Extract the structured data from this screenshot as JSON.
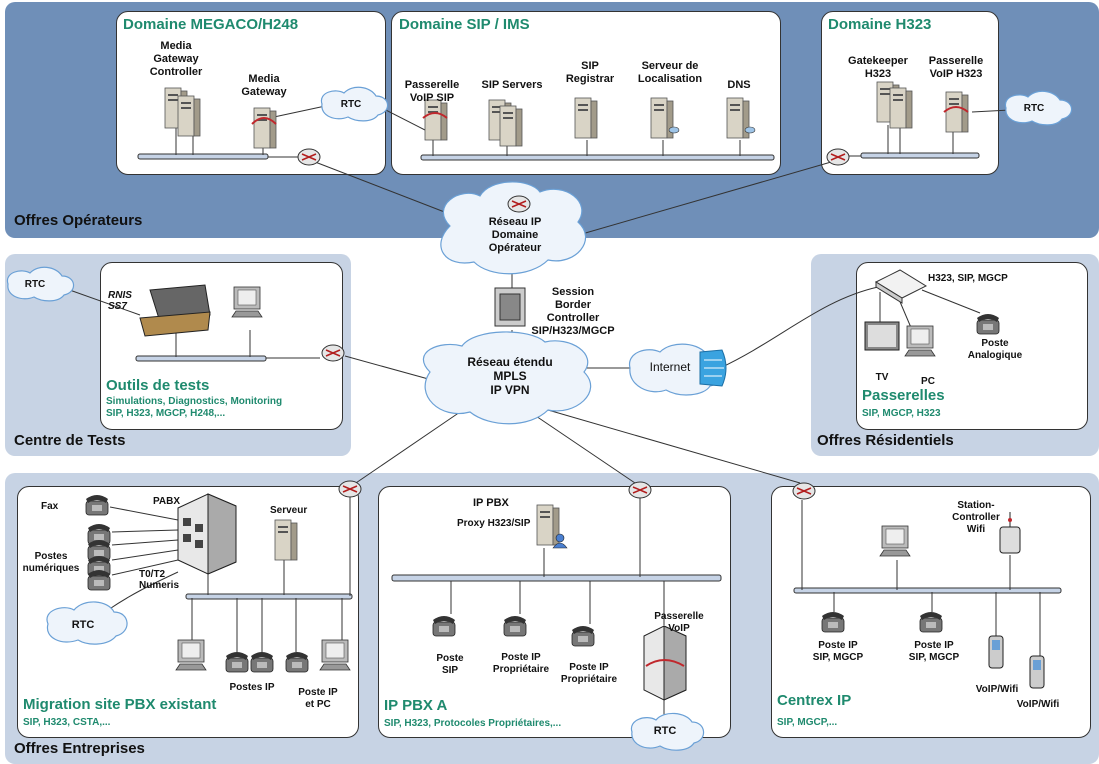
{
  "zones": {
    "operators": "Offres Opérateurs",
    "tests": "Centre de Tests",
    "residential": "Offres Résidentiels",
    "enterprise": "Offres Entreprises"
  },
  "megaco": {
    "title": "Domaine MEGACO/H248",
    "mgc": "Media\nGateway\nController",
    "mg": "Media\nGateway",
    "rtc": "RTC"
  },
  "sip": {
    "title": "Domaine SIP / IMS",
    "passerelle": "Passerelle\nVoIP SIP",
    "servers": "SIP Servers",
    "registrar": "SIP\nRegistrar",
    "localisation": "Serveur de\nLocalisation",
    "dns": "DNS"
  },
  "h323": {
    "title": "Domaine H323",
    "gatekeeper": "Gatekeeper\nH323",
    "passerelle": "Passerelle\nVoIP H323",
    "rtc": "RTC"
  },
  "core": {
    "ip_cloud": "Réseau IP\nDomaine\nOpérateur",
    "sbc": "Session\nBorder\nController\nSIP/H323/MGCP",
    "mpls_cloud": "Réseau étendu\nMPLS\nIP VPN",
    "internet": "Internet"
  },
  "tests": {
    "rtc": "RTC",
    "rnis": "RNIS\nSS7",
    "title": "Outils de tests",
    "subtitle": "Simulations, Diagnostics, Monitoring\nSIP, H323, MGCP, H248,..."
  },
  "residential": {
    "protocols": "H323, SIP, MGCP",
    "tv": "TV",
    "pc": "PC",
    "poste": "Poste\nAnalogique",
    "title": "Passerelles",
    "subtitle": "SIP, MGCP, H323"
  },
  "migration": {
    "fax": "Fax",
    "pabx": "PABX",
    "postes_num": "Postes\nnumériques",
    "t0t2": "T0/T2\nNumeris",
    "serveur": "Serveur",
    "rtc": "RTC",
    "postes_ip": "Postes IP",
    "poste_ip_pc": "Poste IP\net PC",
    "title": "Migration site PBX existant",
    "subtitle": "SIP, H323, CSTA,..."
  },
  "ippbx": {
    "label": "IP PBX",
    "proxy": "Proxy H323/SIP",
    "poste_sip": "Poste\nSIP",
    "poste_prop1": "Poste IP\nPropriétaire",
    "poste_prop2": "Poste IP\nPropriétaire",
    "passerelle": "Passerelle\nVoIP",
    "rtc": "RTC",
    "title": "IP PBX A",
    "subtitle": "SIP, H323, Protocoles Propriétaires,..."
  },
  "centrex": {
    "station": "Station-\nController\nWifi",
    "poste1": "Poste IP\nSIP, MGCP",
    "poste2": "Poste IP\nSIP, MGCP",
    "wifi1": "VoIP/Wifi",
    "wifi2": "VoIP/Wifi",
    "title": "Centrex IP",
    "subtitle": "SIP, MGCP,..."
  }
}
